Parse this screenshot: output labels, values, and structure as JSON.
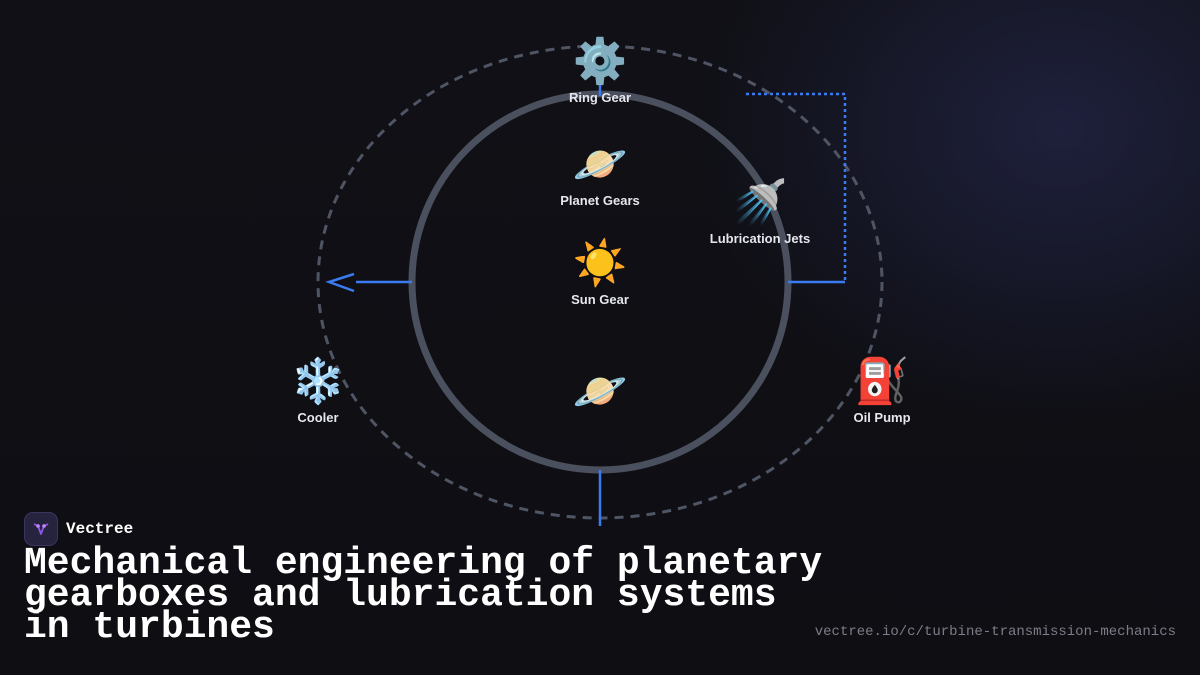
{
  "diagram": {
    "nodes": {
      "ring_gear": {
        "label": "Ring Gear",
        "icon": "gear-icon",
        "glyph": "⚙️"
      },
      "planet_gears": {
        "label": "Planet Gears",
        "icon": "planet-icon",
        "glyph": "🪐"
      },
      "lubrication_jets": {
        "label": "Lubrication Jets",
        "icon": "shower-icon",
        "glyph": "🚿"
      },
      "sun_gear": {
        "label": "Sun Gear",
        "icon": "sun-icon",
        "glyph": "☀️"
      },
      "cooler": {
        "label": "Cooler",
        "icon": "snowflake-icon",
        "glyph": "❄️"
      },
      "oil_pump": {
        "label": "Oil Pump",
        "icon": "fuel-pump-icon",
        "glyph": "⛽"
      },
      "planet_lower": {
        "label": "",
        "icon": "planet-icon",
        "glyph": "🪐"
      }
    },
    "colors": {
      "inner_ring": "#4a505d",
      "outer_ring": "#4f5564",
      "connector": "#3b7bf0"
    }
  },
  "brand": {
    "name": "Vectree",
    "logo_color": "#8f54e6"
  },
  "title": "Mechanical engineering of planetary gearboxes and lubrication systems in turbines",
  "url": "vectree.io/c/turbine-transmission-mechanics"
}
